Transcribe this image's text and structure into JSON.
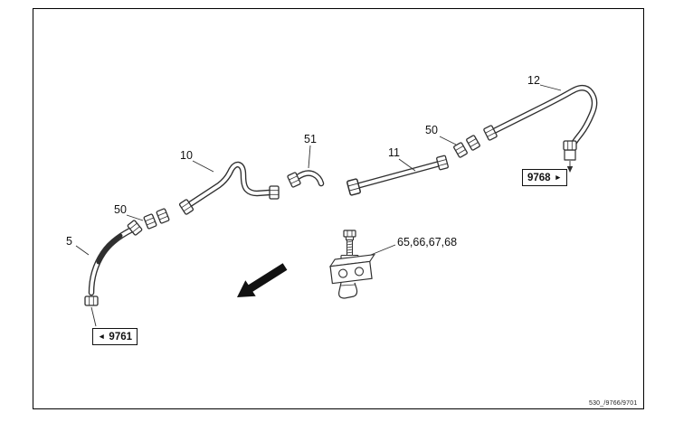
{
  "figure": {
    "labels": {
      "part5": "5",
      "part10": "10",
      "part11": "11",
      "part12": "12",
      "part50_left": "50",
      "part50_right": "50",
      "part51": "51",
      "part_group": "65,66,67,68"
    },
    "refs": {
      "ref9761": "9761",
      "ref9768": "9768"
    },
    "icons": {
      "left_arrow": "◄",
      "right_arrow": "►"
    },
    "footer": "530_/9766/9701",
    "colors": {
      "line": "#2f2f2f",
      "background": "#ffffff"
    }
  }
}
